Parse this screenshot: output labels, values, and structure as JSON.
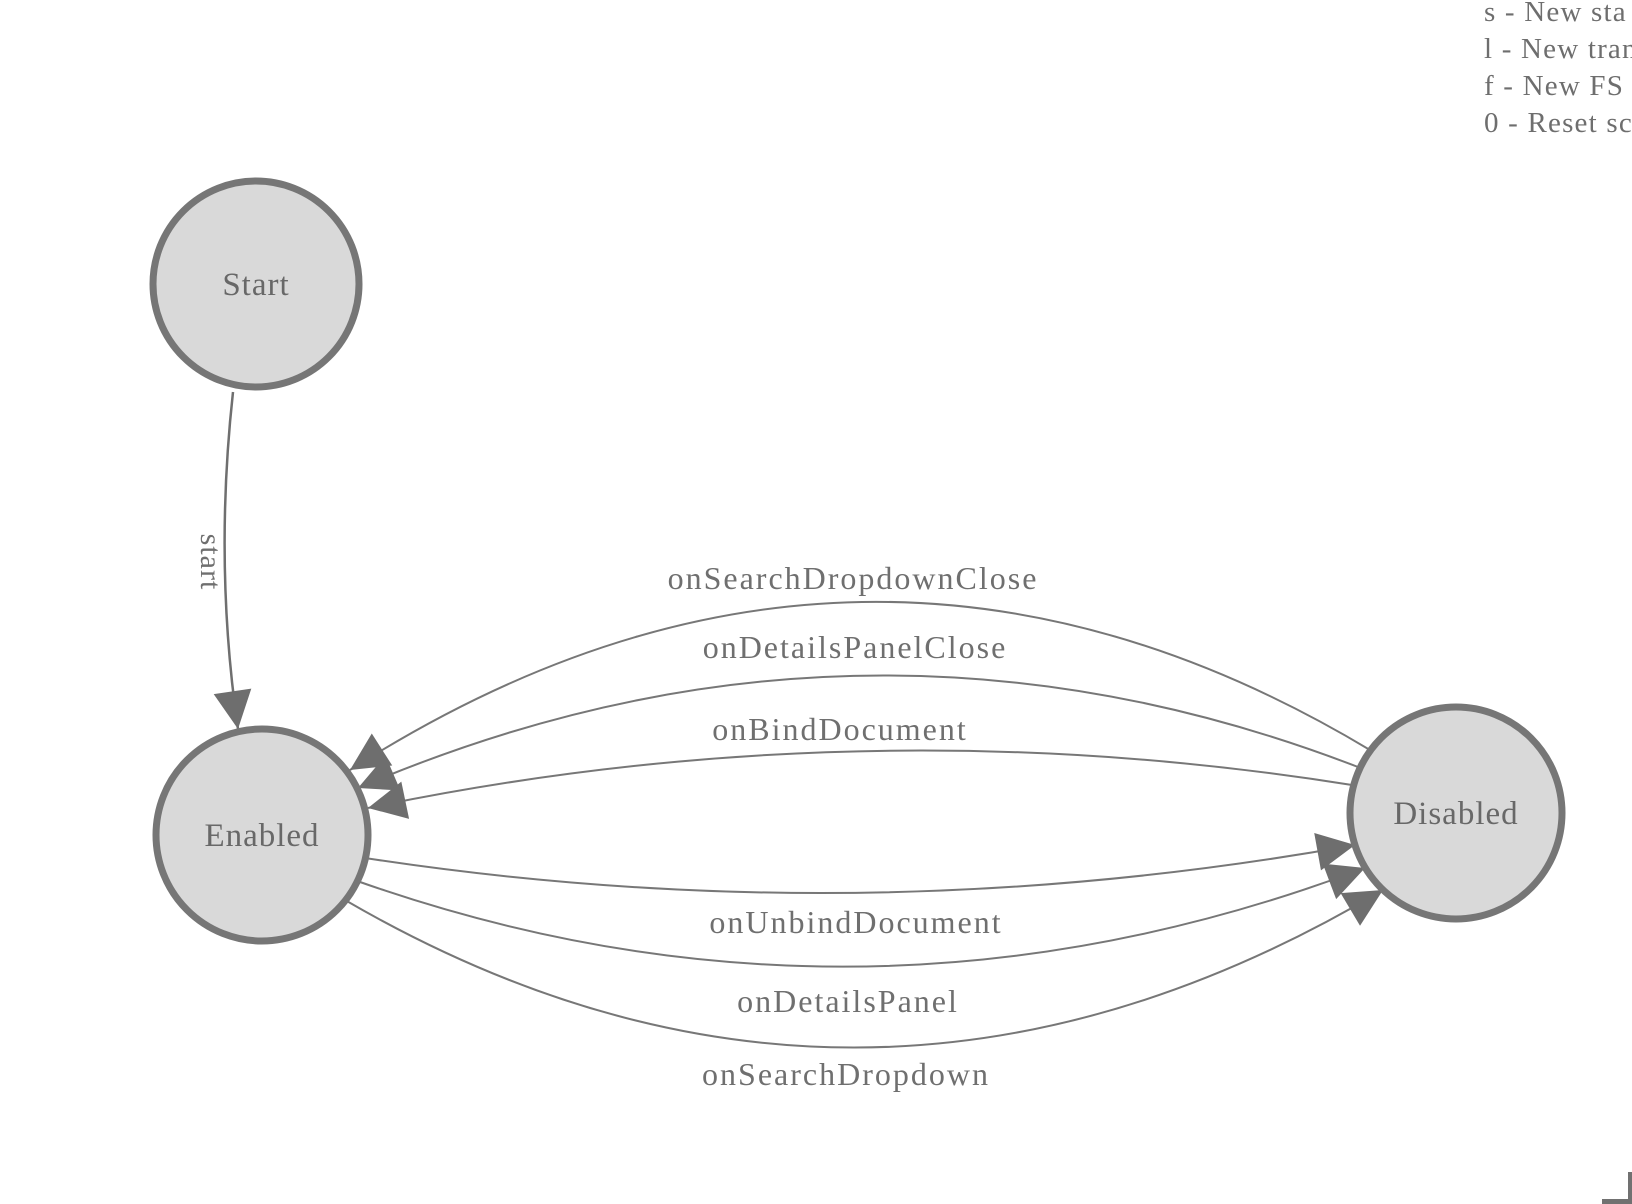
{
  "legend": {
    "lines": [
      "s - New sta",
      "l - New tran",
      "f - New FS",
      "0 - Reset sc"
    ]
  },
  "states": [
    {
      "id": "start",
      "label": "Start"
    },
    {
      "id": "enabled",
      "label": "Enabled"
    },
    {
      "id": "disabled",
      "label": "Disabled"
    }
  ],
  "transitions": [
    {
      "label": "start",
      "from": "Start",
      "to": "Enabled"
    },
    {
      "label": "onSearchDropdownClose",
      "from": "Disabled",
      "to": "Enabled"
    },
    {
      "label": "onDetailsPanelClose",
      "from": "Disabled",
      "to": "Enabled"
    },
    {
      "label": "onBindDocument",
      "from": "Disabled",
      "to": "Enabled"
    },
    {
      "label": "onUnbindDocument",
      "from": "Enabled",
      "to": "Disabled"
    },
    {
      "label": "onDetailsPanel",
      "from": "Enabled",
      "to": "Disabled"
    },
    {
      "label": "onSearchDropdown",
      "from": "Enabled",
      "to": "Disabled"
    }
  ],
  "colors": {
    "state_fill": "#d9d9d9",
    "state_stroke": "#767676",
    "edge_stroke": "#777777",
    "arrow_fill": "#6e6e6e",
    "text": "#6f6f6f",
    "background": "#ffffff"
  }
}
